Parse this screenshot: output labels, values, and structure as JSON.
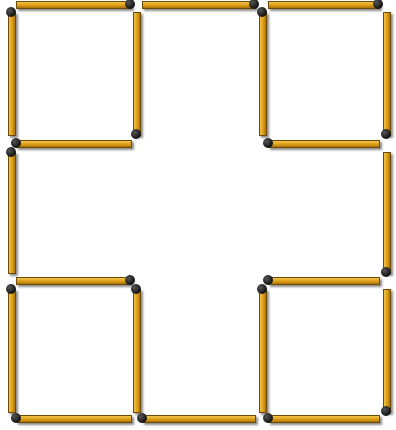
{
  "puzzle": {
    "matches": [
      {
        "id": "top-left-top",
        "orientation": "h",
        "head": "end"
      },
      {
        "id": "top-middle-top",
        "orientation": "h",
        "head": "end"
      },
      {
        "id": "top-right-top",
        "orientation": "h",
        "head": "end"
      },
      {
        "id": "top-left-left",
        "orientation": "v",
        "head": "start"
      },
      {
        "id": "top-left-right",
        "orientation": "v",
        "head": "end"
      },
      {
        "id": "top-right-left",
        "orientation": "v",
        "head": "start"
      },
      {
        "id": "top-right-right",
        "orientation": "v",
        "head": "end"
      },
      {
        "id": "top-left-bottom",
        "orientation": "h",
        "head": "start"
      },
      {
        "id": "top-right-bottom",
        "orientation": "h",
        "head": "start"
      },
      {
        "id": "middle-left",
        "orientation": "v",
        "head": "start"
      },
      {
        "id": "middle-right",
        "orientation": "v",
        "head": "end"
      },
      {
        "id": "bottom-left-top",
        "orientation": "h",
        "head": "end"
      },
      {
        "id": "bottom-right-top",
        "orientation": "h",
        "head": "start"
      },
      {
        "id": "bottom-left-left",
        "orientation": "v",
        "head": "start"
      },
      {
        "id": "bottom-left-right",
        "orientation": "v",
        "head": "start"
      },
      {
        "id": "bottom-right-left",
        "orientation": "v",
        "head": "start"
      },
      {
        "id": "bottom-right-right",
        "orientation": "v",
        "head": "end"
      },
      {
        "id": "bottom-left-bottom",
        "orientation": "h",
        "head": "start"
      },
      {
        "id": "bottom-middle-bottom",
        "orientation": "h",
        "head": "start"
      },
      {
        "id": "bottom-right-bottom",
        "orientation": "h",
        "head": "start"
      }
    ],
    "colors": {
      "wood": "#d99a12",
      "head": "#111111",
      "background": "#ffffff"
    }
  }
}
